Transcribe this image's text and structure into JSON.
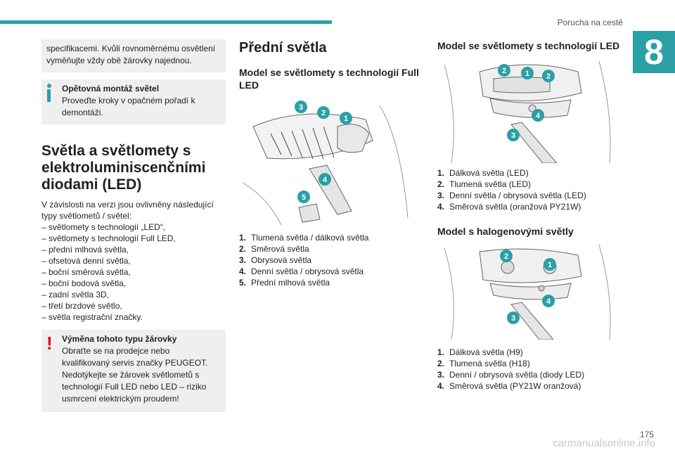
{
  "header": {
    "title": "Porucha na cestě",
    "chapter": "8",
    "page_number": "175"
  },
  "col1": {
    "intro_box": "specifikacemi. Kvůli rovnoměrnému osvětlení vyměňujte vždy obě žárovky najednou.",
    "info_box": {
      "title": "Opětovná montáž světel",
      "text1": "Proveďte kroky v opačném pořadí k",
      "text2": "demontáži."
    },
    "heading": "Světla a světlomety s elektroluminiscenčními diodami (LED)",
    "paragraph": "V závislosti na verzi jsou ovlivněny následující typy světlometů / světel:",
    "items": [
      "– světlomety s technologií „LED“,",
      "– světlomety s technologií Full LED,",
      "– přední mlhová světla,",
      "– ofsetová denní světla,",
      "– boční směrová světla,",
      "– boční bodová světla,",
      "– zadní světla 3D,",
      "– třetí brzdové světlo,",
      "– světla registrační značky."
    ],
    "warning_box": {
      "title": "Výměna tohoto typu žárovky",
      "line1": "Obraťte se na prodejce nebo",
      "rest": "kvalifikovaný servis značky PEUGEOT. Nedotýkejte se žárovek světlometů s technologií Full LED nebo LED – riziko usmrcení elektrickým proudem!"
    }
  },
  "col2": {
    "title": "Přední světla",
    "subtitle": "Model se světlomety s technologií Full LED",
    "callouts": [
      "3",
      "2",
      "1",
      "4",
      "5"
    ],
    "list": [
      {
        "n": "1.",
        "t": "Tlumená světla / dálková světla"
      },
      {
        "n": "2.",
        "t": "Směrová světla"
      },
      {
        "n": "3.",
        "t": "Obrysová světla"
      },
      {
        "n": "4.",
        "t": "Denní světla / obrysová světla"
      },
      {
        "n": "5.",
        "t": "Přední mlhová světla"
      }
    ]
  },
  "col3": {
    "subtitle1": "Model se světlomety s technologií LED",
    "callouts1": [
      "2",
      "1",
      "2",
      "4",
      "3"
    ],
    "list1": [
      {
        "n": "1.",
        "t": "Dálková světla (LED)"
      },
      {
        "n": "2.",
        "t": "Tlumená světla (LED)"
      },
      {
        "n": "3.",
        "t": "Denní světla / obrysová světla (LED)"
      },
      {
        "n": "4.",
        "t": "Směrová světla (oranžová PY21W)"
      }
    ],
    "subtitle2": "Model s halogenovými světly",
    "callouts2": [
      "2",
      "1",
      "4",
      "3"
    ],
    "list2": [
      {
        "n": "1.",
        "t": "Dálková světla (H9)"
      },
      {
        "n": "2.",
        "t": "Tlumená světla (H18)"
      },
      {
        "n": "3.",
        "t": "Denní / obrysová světla (diody LED)"
      },
      {
        "n": "4.",
        "t": "Směrová světla (PY21W oranžová)"
      }
    ]
  },
  "watermark": "carmanualsonline.info",
  "colors": {
    "accent": "#2a9fa6",
    "warning": "#e2001a",
    "box": "#efefef"
  }
}
